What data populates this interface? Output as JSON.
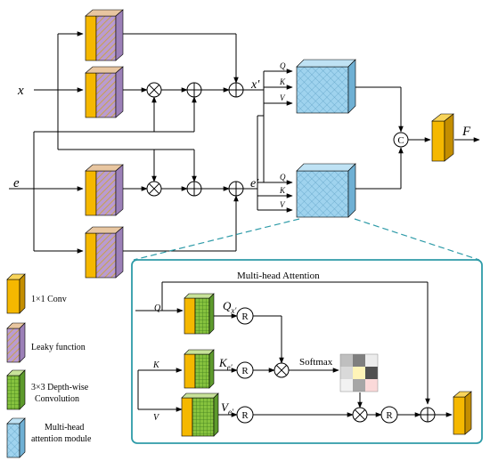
{
  "inputs": {
    "x": "x",
    "e": "e"
  },
  "outputs": {
    "x_prime": "x′",
    "e_prime": "e′",
    "F": "F"
  },
  "qkv": {
    "q": "Q",
    "k": "K",
    "v": "V"
  },
  "concat": "C",
  "detail": {
    "title": "Multi-head Attention",
    "q": "Q",
    "k": "K",
    "v": "V",
    "qx_base": "Q",
    "qx_sub": "x′",
    "ke_base": "K",
    "ke_sub": "e′",
    "ve_base": "V",
    "ve_sub": "e′",
    "reshape": "R",
    "softmax": "Softmax"
  },
  "legend": {
    "conv1x1": "1×1 Conv",
    "leaky": "Leaky function",
    "dw_line1": "3×3 Depth-wise",
    "dw_line2": "Convolution",
    "mha_line1": "Multi-head",
    "mha_line2": "attention module"
  },
  "colors": {
    "conv": "#F5B800",
    "leaky": "#A98BC2",
    "dw": "#8DC63F",
    "attention": "#8EC9E8",
    "frame": "#2E9BA8"
  }
}
